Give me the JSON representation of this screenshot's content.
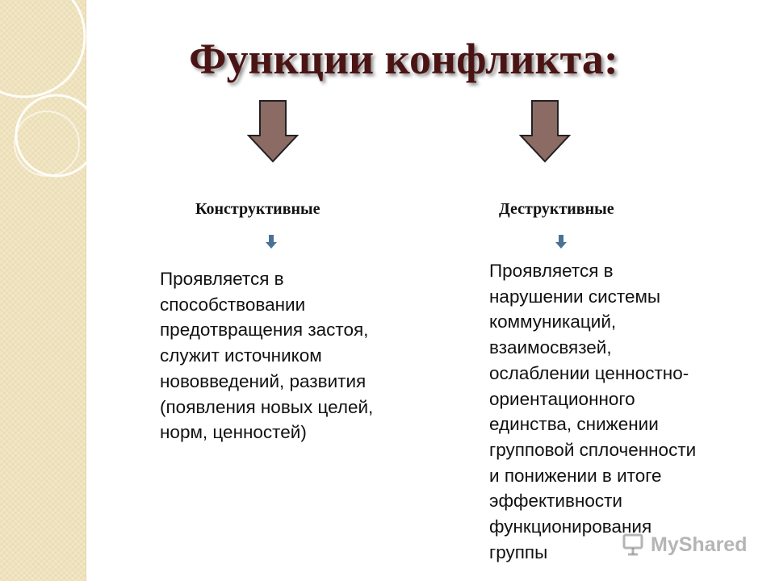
{
  "slide": {
    "title": "Функции конфликта:",
    "columns": [
      {
        "heading": "Конструктивные",
        "lines": [
          "Проявляется в",
          "способствовании",
          "предотвращения застоя,",
          "служит источником",
          "нововведений, развития",
          "(появления новых целей,",
          "норм, ценностей)"
        ]
      },
      {
        "heading": "Деструктивные",
        "lines": [
          "Проявляется в",
          "нарушении системы",
          "коммуникаций,",
          "взаимосвязей,",
          "ослаблении ценностно-",
          "ориентационного",
          "единства, снижении",
          "групповой сплоченности",
          "и понижении в итоге",
          "эффективности",
          "функционирования",
          "группы"
        ]
      }
    ]
  },
  "watermark": {
    "text": "MyShared",
    "icon": "presentation-icon"
  },
  "colors": {
    "title": "#4b1414",
    "big_arrow": "#8b6b63",
    "small_arrow": "#4a7196",
    "strip": "#efe3bd"
  }
}
